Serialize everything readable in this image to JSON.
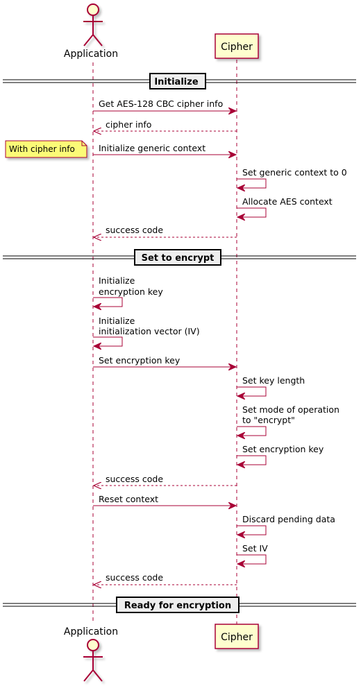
{
  "participants": {
    "application": "Application",
    "cipher": "Cipher"
  },
  "sections": {
    "initialize": "Initialize",
    "set_to_encrypt": "Set to encrypt",
    "ready": "Ready for encryption"
  },
  "note": {
    "with_cipher_info": "With cipher info"
  },
  "messages": {
    "m1": "Get AES-128 CBC cipher info",
    "m2": "cipher info",
    "m3": "Initialize generic context",
    "m4": "Set generic context to 0",
    "m5": "Allocate AES context",
    "m6": "success code",
    "m7_line1": "Initialize",
    "m7_line2": "encryption key",
    "m8_line1": "Initialize",
    "m8_line2": "initialization vector (IV)",
    "m9": "Set encryption key",
    "m10": "Set key length",
    "m11_line1": "Set mode of operation",
    "m11_line2": "to \"encrypt\"",
    "m12": "Set encryption key",
    "m13": "success code",
    "m14": "Reset context",
    "m15": "Discard pending data",
    "m16": "Set IV",
    "m17": "success code"
  },
  "colors": {
    "arrow": "#a80036",
    "participant_fill": "#fefece",
    "note_fill": "#fbfb77",
    "divider_fill": "#eeeeee"
  }
}
